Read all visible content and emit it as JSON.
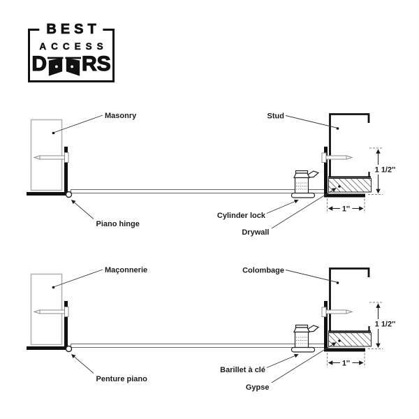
{
  "page": {
    "background": "#ffffff"
  },
  "logo": {
    "line1": "BEST",
    "line2": "ACCESS",
    "line3_prefix": "D",
    "line3_suffix": "RS"
  },
  "colors": {
    "ink": "#111111",
    "line": "#222222",
    "leader": "#3a3a3a",
    "light_gray": "#b5b5b5",
    "mid_gray": "#8a8a8a",
    "white": "#ffffff"
  },
  "diagrams": [
    {
      "language": "English",
      "labels": {
        "wall": "Masonry",
        "stud": "Stud",
        "hinge": "Piano hinge",
        "lock": "Cylinder lock",
        "board": "Drywall"
      },
      "dimensions": {
        "frame_depth": "1 1/2''",
        "flange_width": "1''"
      }
    },
    {
      "language": "French",
      "labels": {
        "wall": "Maçonnerie",
        "stud": "Colombage",
        "hinge": "Penture piano",
        "lock": "Barillet à clé",
        "board": "Gypse"
      },
      "dimensions": {
        "frame_depth": "1 1/2''",
        "flange_width": "1''"
      }
    }
  ]
}
